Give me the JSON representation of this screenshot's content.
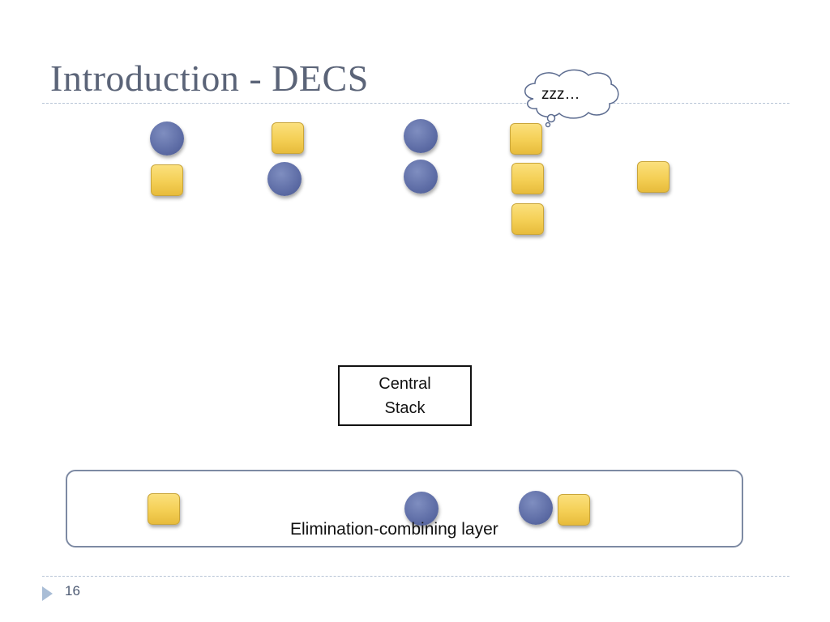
{
  "slide": {
    "title": "Introduction - DECS",
    "page_number": "16"
  },
  "thought_bubble": {
    "text": "zzz…"
  },
  "central_stack": {
    "line1": "Central",
    "line2": "Stack"
  },
  "layer": {
    "label": "Elimination-combining layer"
  },
  "colors": {
    "title": "#5b6478",
    "circle": "#5e6da6",
    "square": "#f4cf55",
    "layer_border": "#7d8aa3"
  }
}
